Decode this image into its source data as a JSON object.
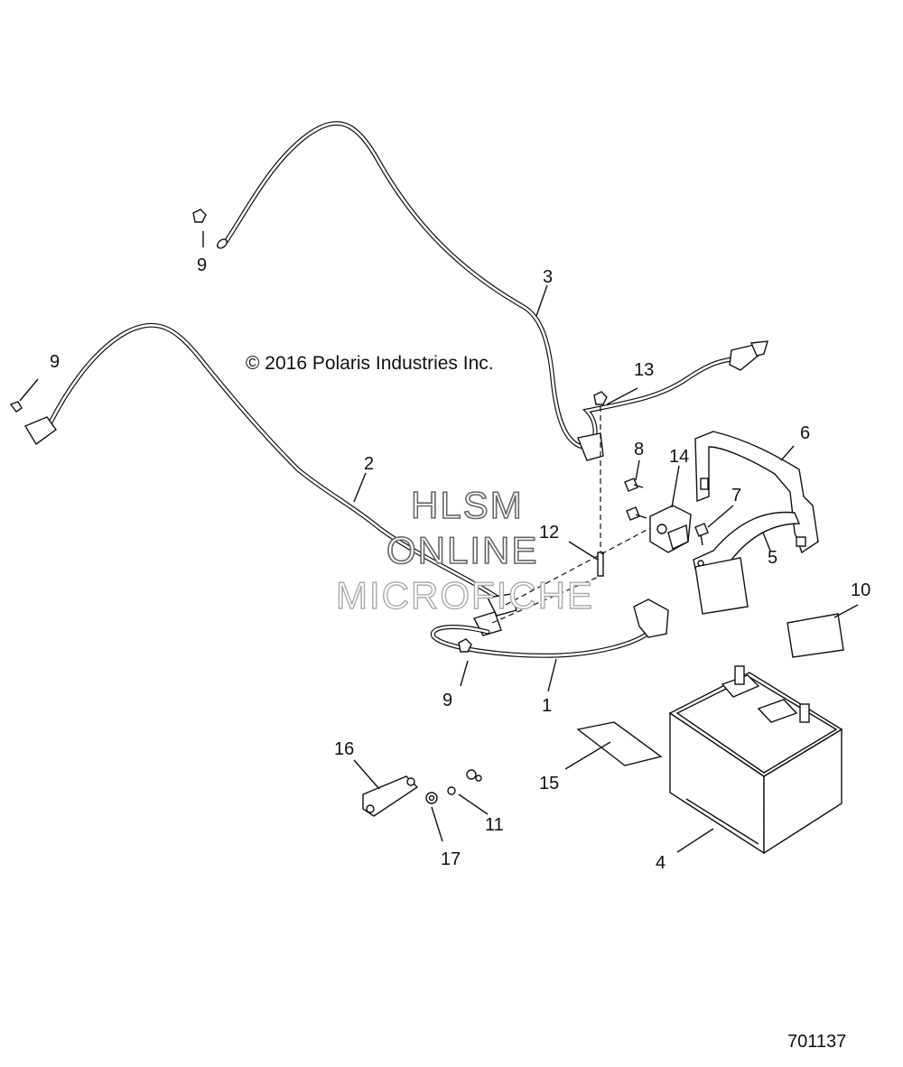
{
  "copyright": "© 2016 Polaris Industries Inc.",
  "watermark": {
    "line1": "HLSM",
    "line2": "ONLINE",
    "line3": "MICROFICHE"
  },
  "document_number": "701137",
  "callouts": {
    "c1": "1",
    "c2": "2",
    "c3": "3",
    "c4": "4",
    "c5": "5",
    "c6": "6",
    "c7": "7",
    "c8": "8",
    "c9a": "9",
    "c9b": "9",
    "c9c": "9",
    "c10": "10",
    "c11": "11",
    "c12": "12",
    "c13": "13",
    "c14": "14",
    "c15": "15",
    "c16": "16",
    "c17": "17"
  }
}
